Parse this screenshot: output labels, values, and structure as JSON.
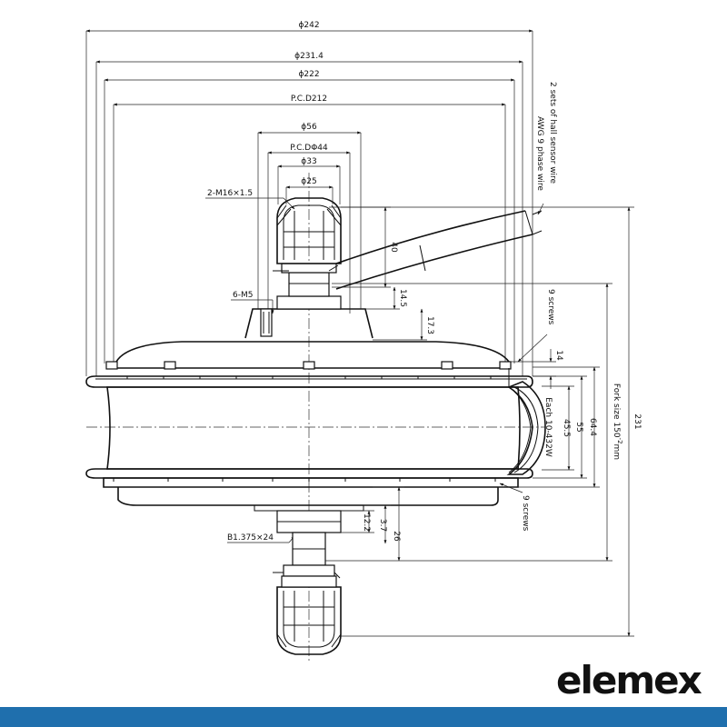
{
  "dimensions": {
    "d242": "ϕ242",
    "d231_4": "ϕ231.4",
    "d222": "ϕ222",
    "pcd212": "P.C.D212",
    "d56": "ϕ56",
    "pcd44": "P.C.DΦ44",
    "d33": "ϕ33",
    "d25": "ϕ25",
    "m16": "2-M16×1.5",
    "m5": "6-M5",
    "h40": "40",
    "h14_5": "14.5",
    "h17_3": "17.3",
    "h14": "14",
    "h64_4": "64.4",
    "h55": "55",
    "h45_5": "45.5",
    "h231": "231",
    "h12_2": "12.2",
    "h3_7": "3.7",
    "h26": "26",
    "b1375": "B1.375×24",
    "fork_size": "Fork size 150",
    "fork_tol_sup": "-2",
    "fork_unit": "mm",
    "rim_label": "Each 10-432W"
  },
  "annotations": {
    "hall_sensor_wire": "2 sets of hall sensor wire",
    "phase_wire": "AWG 9 phase wire",
    "screws_top": "9 screws",
    "screws_bottom": "9 screws"
  },
  "brand": {
    "name": "elemex",
    "bar_color": "#1f6fad"
  }
}
